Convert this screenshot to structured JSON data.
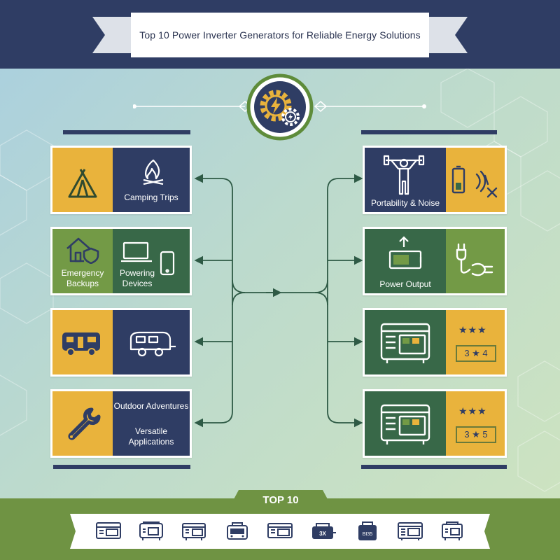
{
  "title": "Top 10 Power Inverter Generators for Reliable Energy Solutions",
  "hub": {
    "icon": "gear-lightning-icon"
  },
  "left_cards": [
    {
      "labels": [
        "Camping Trips"
      ],
      "icons": [
        "tent-icon",
        "campfire-icon"
      ]
    },
    {
      "labels": [
        "Emergency Backups",
        "Powering Devices"
      ],
      "icons": [
        "house-shield-icon",
        "laptop-icon",
        "phone-icon"
      ]
    },
    {
      "labels": [],
      "icons": [
        "camper-van-icon",
        "travel-trailer-icon"
      ]
    },
    {
      "labels": [
        "Outdoor Adventures",
        "Versatile Applications"
      ],
      "icons": [
        "wrench-icon"
      ]
    }
  ],
  "right_cards": [
    {
      "labels": [
        "Portability & Noise"
      ],
      "icons": [
        "weightlifter-icon",
        "battery-icon",
        "sound-muted-icon"
      ]
    },
    {
      "labels": [
        "Power Output"
      ],
      "icons": [
        "battery-upload-icon",
        "plug-icon"
      ]
    },
    {
      "labels": [],
      "stars": "★★★",
      "rating": "3 ★ 4",
      "icons": [
        "generator-icon"
      ]
    },
    {
      "labels": [],
      "stars": "★★★",
      "rating": "3 ★ 5",
      "icons": [
        "generator-icon"
      ]
    }
  ],
  "footer": {
    "tab_label": "TOP 10",
    "ribbon_text": [
      "3X",
      "BI35"
    ],
    "ribbon_icons": [
      "generator-1-icon",
      "generator-2-icon",
      "generator-3-icon",
      "generator-4-icon",
      "generator-5-icon",
      "generator-6-icon",
      "generator-7-icon",
      "generator-8-icon",
      "generator-9-icon"
    ]
  },
  "colors": {
    "navy": "#2f3d64",
    "yellow": "#e9b33c",
    "dark_green": "#386848",
    "olive_green": "#739a46",
    "footer_green": "#6f9343",
    "connector": "#2e5a45"
  }
}
